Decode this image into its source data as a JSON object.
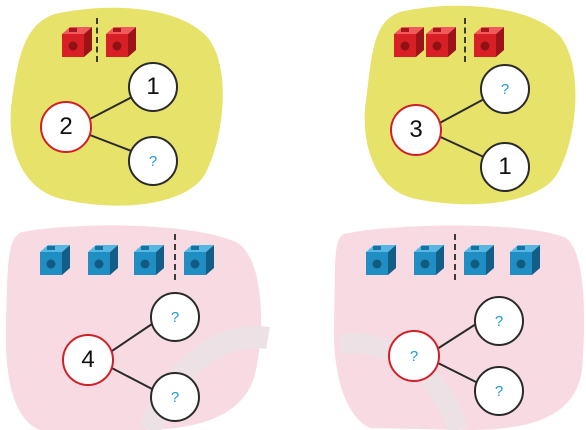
{
  "colors": {
    "yellow_blob": "#e6e26a",
    "pink_blob": "#f8dbe2",
    "red_cube": "#d81f26",
    "blue_cube": "#1f8ec2",
    "whole_ring": "#d21f26",
    "question_mark": "#1e9ad6"
  },
  "icons": {
    "red_cube": "red-cube-icon",
    "blue_cube": "blue-cube-icon"
  },
  "panels": [
    {
      "whole": "2",
      "part_top": "1",
      "part_bottom": "?"
    },
    {
      "whole": "3",
      "part_top": "?",
      "part_bottom": "1"
    },
    {
      "whole": "4",
      "part_top": "?",
      "part_bottom": "?"
    },
    {
      "whole": "?",
      "part_top": "?",
      "part_bottom": "?"
    }
  ]
}
